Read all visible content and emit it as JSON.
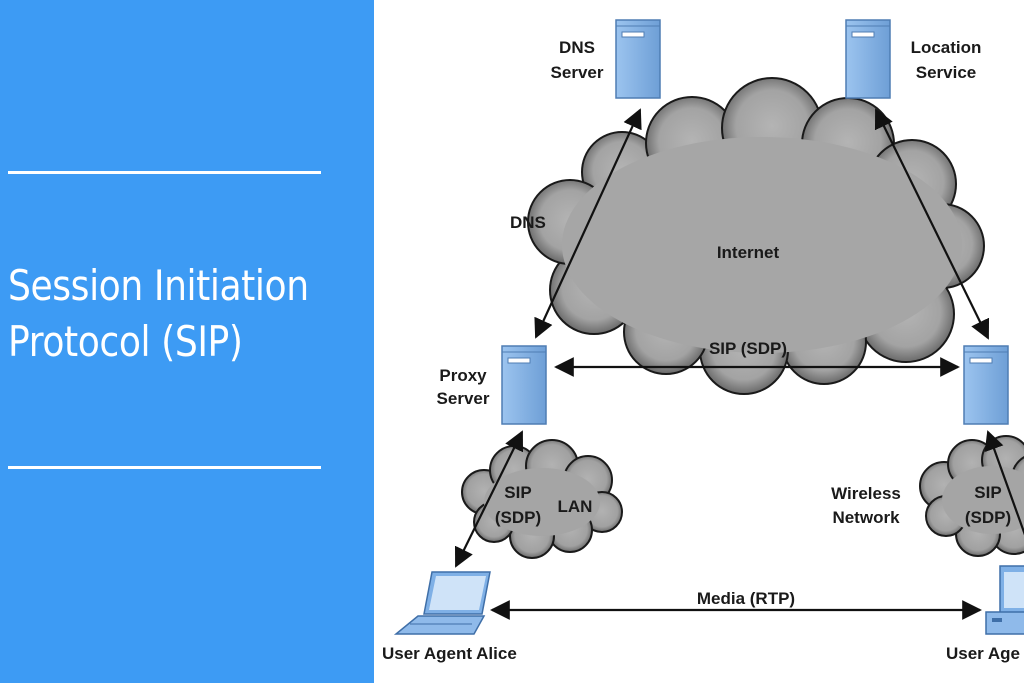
{
  "slide": {
    "title_line1": "Session Initiation",
    "title_line2": "Protocol (SIP)",
    "panel_color": "#3d9bf4"
  },
  "diagram": {
    "nodes": {
      "dns_server": {
        "line1": "DNS",
        "line2": "Server"
      },
      "location_service": {
        "line1": "Location",
        "line2": "Service"
      },
      "proxy_server": {
        "line1": "Proxy",
        "line2": "Server"
      },
      "user_agent_alice": {
        "label": "User Agent Alice"
      },
      "user_agent_right": {
        "label": "User Age"
      }
    },
    "clouds": {
      "internet": "Internet",
      "lan": "LAN",
      "wireless_line1": "Wireless",
      "wireless_line2": "Network"
    },
    "links": {
      "dns": "DNS",
      "sip_sdp_top": "SIP (SDP)",
      "sip_lan_line1": "SIP",
      "sip_lan_line2": "(SDP)",
      "sip_wireless_line1": "SIP",
      "sip_wireless_line2": "(SDP)",
      "media": "Media (RTP)"
    },
    "colors": {
      "server_blue": "#7fb0e6",
      "cloud_gray": "#a3a3a3",
      "arrow": "#111111"
    }
  }
}
